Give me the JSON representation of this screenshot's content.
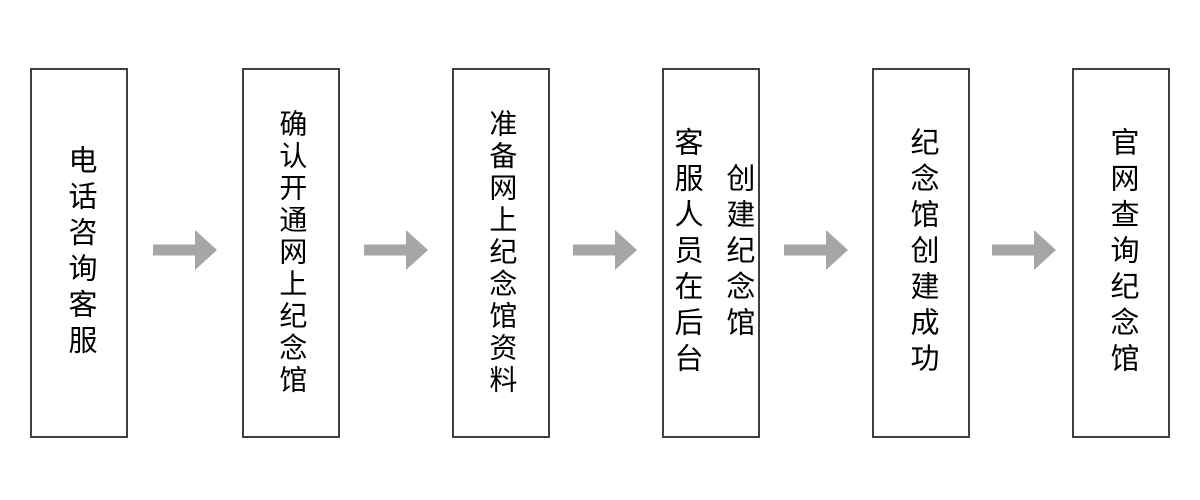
{
  "flowchart": {
    "steps": [
      {
        "lines": [
          "电话咨询客服"
        ]
      },
      {
        "lines": [
          "确认开通网上纪念馆"
        ]
      },
      {
        "lines": [
          "准备网上纪念馆资料"
        ]
      },
      {
        "lines": [
          "客服人员在后台",
          "创建纪念馆"
        ]
      },
      {
        "lines": [
          "纪念馆创建成功"
        ]
      },
      {
        "lines": [
          "官网查询纪念馆"
        ]
      }
    ],
    "colors": {
      "box_border": "#404040",
      "box_fill": "#ffffff",
      "text": "#000000",
      "arrow": "#a6a6a6",
      "background": "#ffffff"
    }
  }
}
